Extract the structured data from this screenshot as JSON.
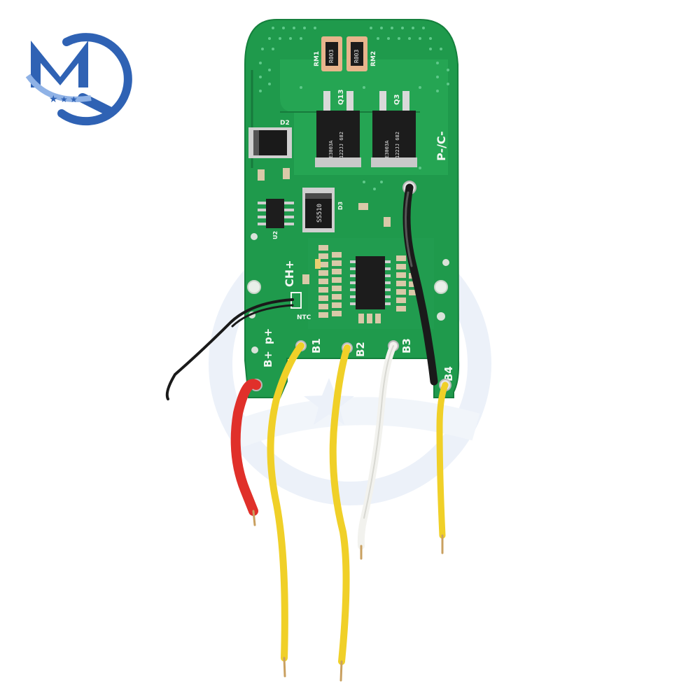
{
  "logo": {
    "letters": "MQ",
    "colors": {
      "primary": "#2f62b4",
      "light": "#8fb2e6"
    }
  },
  "board": {
    "color": "#1f9a4c",
    "labels": {
      "b_plus": "B+",
      "p_plus": "p+",
      "ch_plus": "CH+",
      "ntc": "NTC",
      "b1": "B1",
      "b2": "B2",
      "b3": "B3",
      "b4": "B4",
      "p_minus_c_minus": "P-/C-",
      "d2": "D2",
      "d3": "D3",
      "u2": "U2",
      "q13": "Q13",
      "q3": "Q3",
      "rm1": "RM1",
      "rm2": "RM2"
    },
    "components": {
      "shunt_left": "R003",
      "shunt_right": "R003",
      "mosfet_left_code": "122JJ 682",
      "mosfet_left_part": "E3003A",
      "mosfet_right_code": "122JJ 682",
      "mosfet_right_part": "E3003A",
      "diode_d3": "SS510"
    }
  },
  "wires": {
    "b_plus": "#e0302a",
    "b1": "#f0d028",
    "b2": "#f0d028",
    "b3": "#f2f2ee",
    "b4": "#f0d028",
    "p_minus": "#1a1a1a",
    "ntc": "#1a1a1a"
  }
}
